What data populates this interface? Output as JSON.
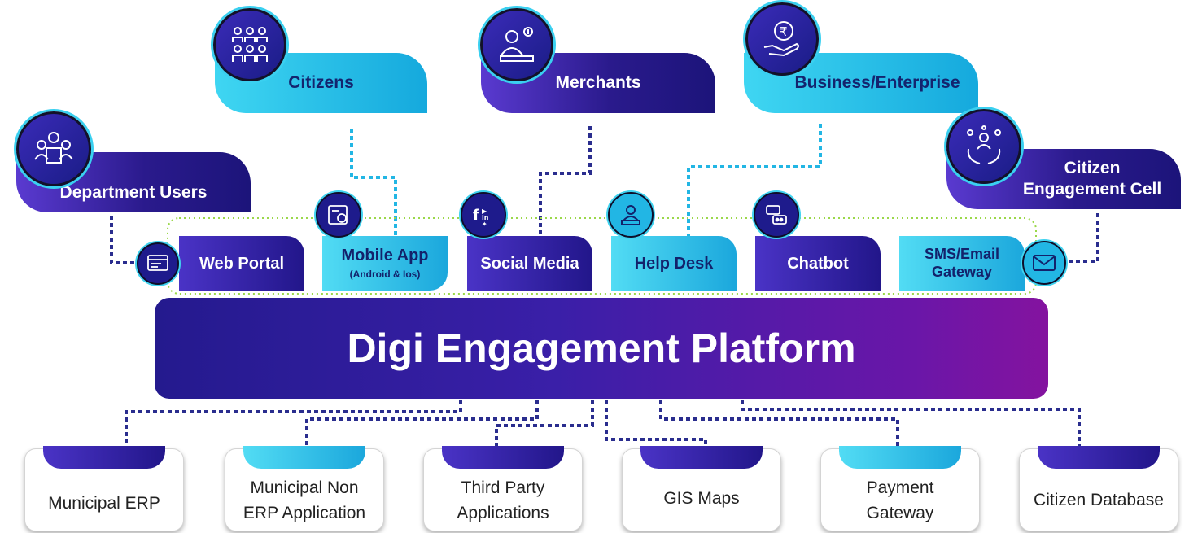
{
  "stakeholders": {
    "department_users": "Department Users",
    "citizens": "Citizens",
    "merchants": "Merchants",
    "business": "Business/Enterprise",
    "cell_line1": "Citizen",
    "cell_line2": "Engagement Cell"
  },
  "channels": {
    "web_portal": "Web Portal",
    "mobile_app": "Mobile App",
    "mobile_app_sub": "(Android & Ios)",
    "social_media": "Social Media",
    "help_desk": "Help Desk",
    "chatbot": "Chatbot",
    "sms_line1": "SMS/Email",
    "sms_line2": "Gateway"
  },
  "platform": {
    "title": "Digi Engagement Platform"
  },
  "systems": {
    "erp": "Municipal ERP",
    "non_erp_line1": "Municipal Non",
    "non_erp_line2": "ERP Application",
    "third_line1": "Third Party",
    "third_line2": "Applications",
    "gis": "GIS Maps",
    "payment_line1": "Payment",
    "payment_line2": "Gateway",
    "citizen_db": "Citizen Database"
  },
  "colors": {
    "dark_blue": "#22168a",
    "cyan": "#1ba7dc",
    "purple": "#84139f"
  }
}
